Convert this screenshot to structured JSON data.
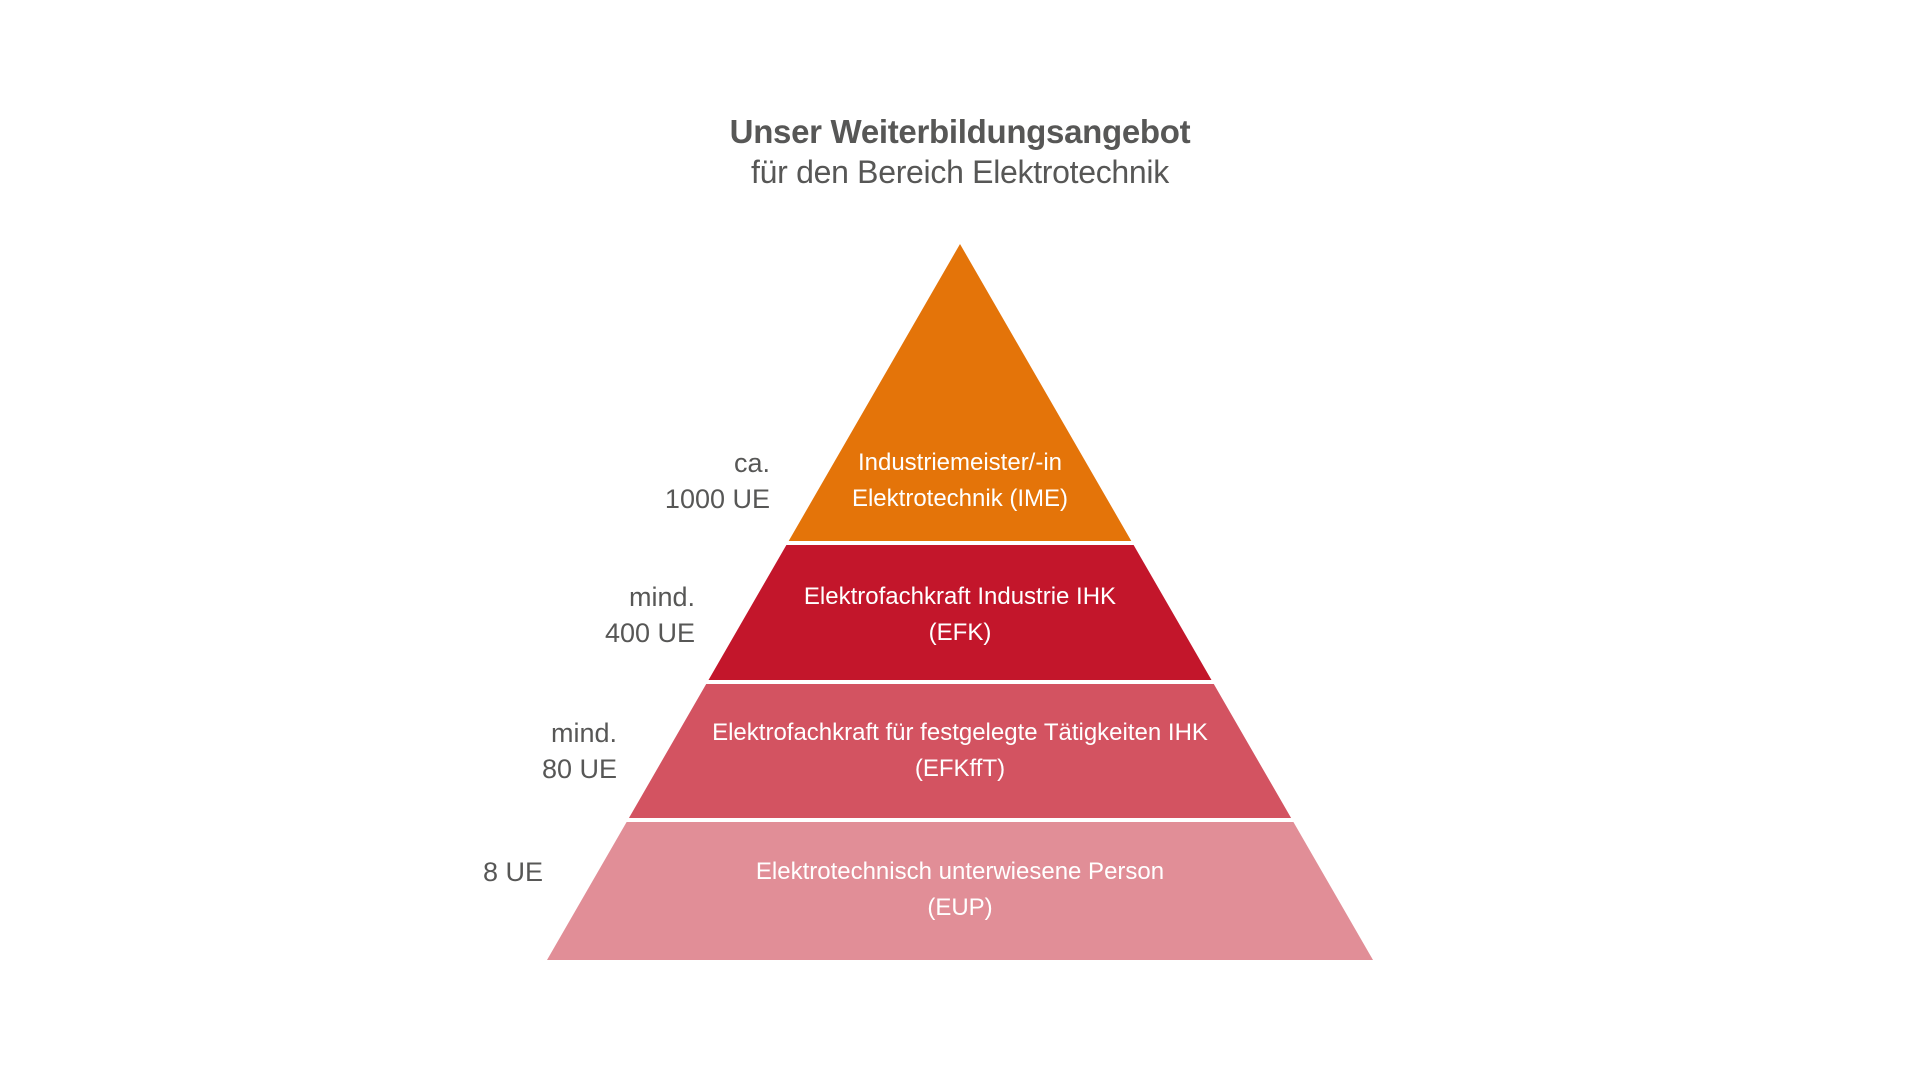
{
  "title": {
    "line1": "Unser Weiterbildungsangebot",
    "line2": "für den Bereich Elektrotechnik"
  },
  "pyramid": {
    "unit": "UE",
    "levels": [
      {
        "label": [
          "Industriemeister/-in",
          "Elektrotechnik (IME)"
        ],
        "duration": [
          "ca.",
          "1000 UE"
        ],
        "color": "#E47409"
      },
      {
        "label": [
          "Elektrofachkraft Industrie IHK",
          "(EFK)"
        ],
        "duration": [
          "mind.",
          "400 UE"
        ],
        "color": "#C3162B"
      },
      {
        "label": [
          "Elektrofachkraft für festgelegte Tätigkeiten IHK",
          "(EFKffT)"
        ],
        "duration": [
          "mind.",
          "80 UE"
        ],
        "color": "#D35361"
      },
      {
        "label": [
          "Elektrotechnisch unterwiesene Person",
          "(EUP)"
        ],
        "duration": [
          "8 UE"
        ],
        "color": "#E18E97"
      }
    ]
  },
  "colors": {
    "background": "#FFFFFF",
    "title_text": "#575756",
    "duration_text": "#575756",
    "band_text": "#FFFFFF",
    "level_1": "#E47409",
    "level_2": "#C3162B",
    "level_3": "#D35361",
    "level_4": "#E18E97",
    "separator": "#FFFFFF"
  }
}
